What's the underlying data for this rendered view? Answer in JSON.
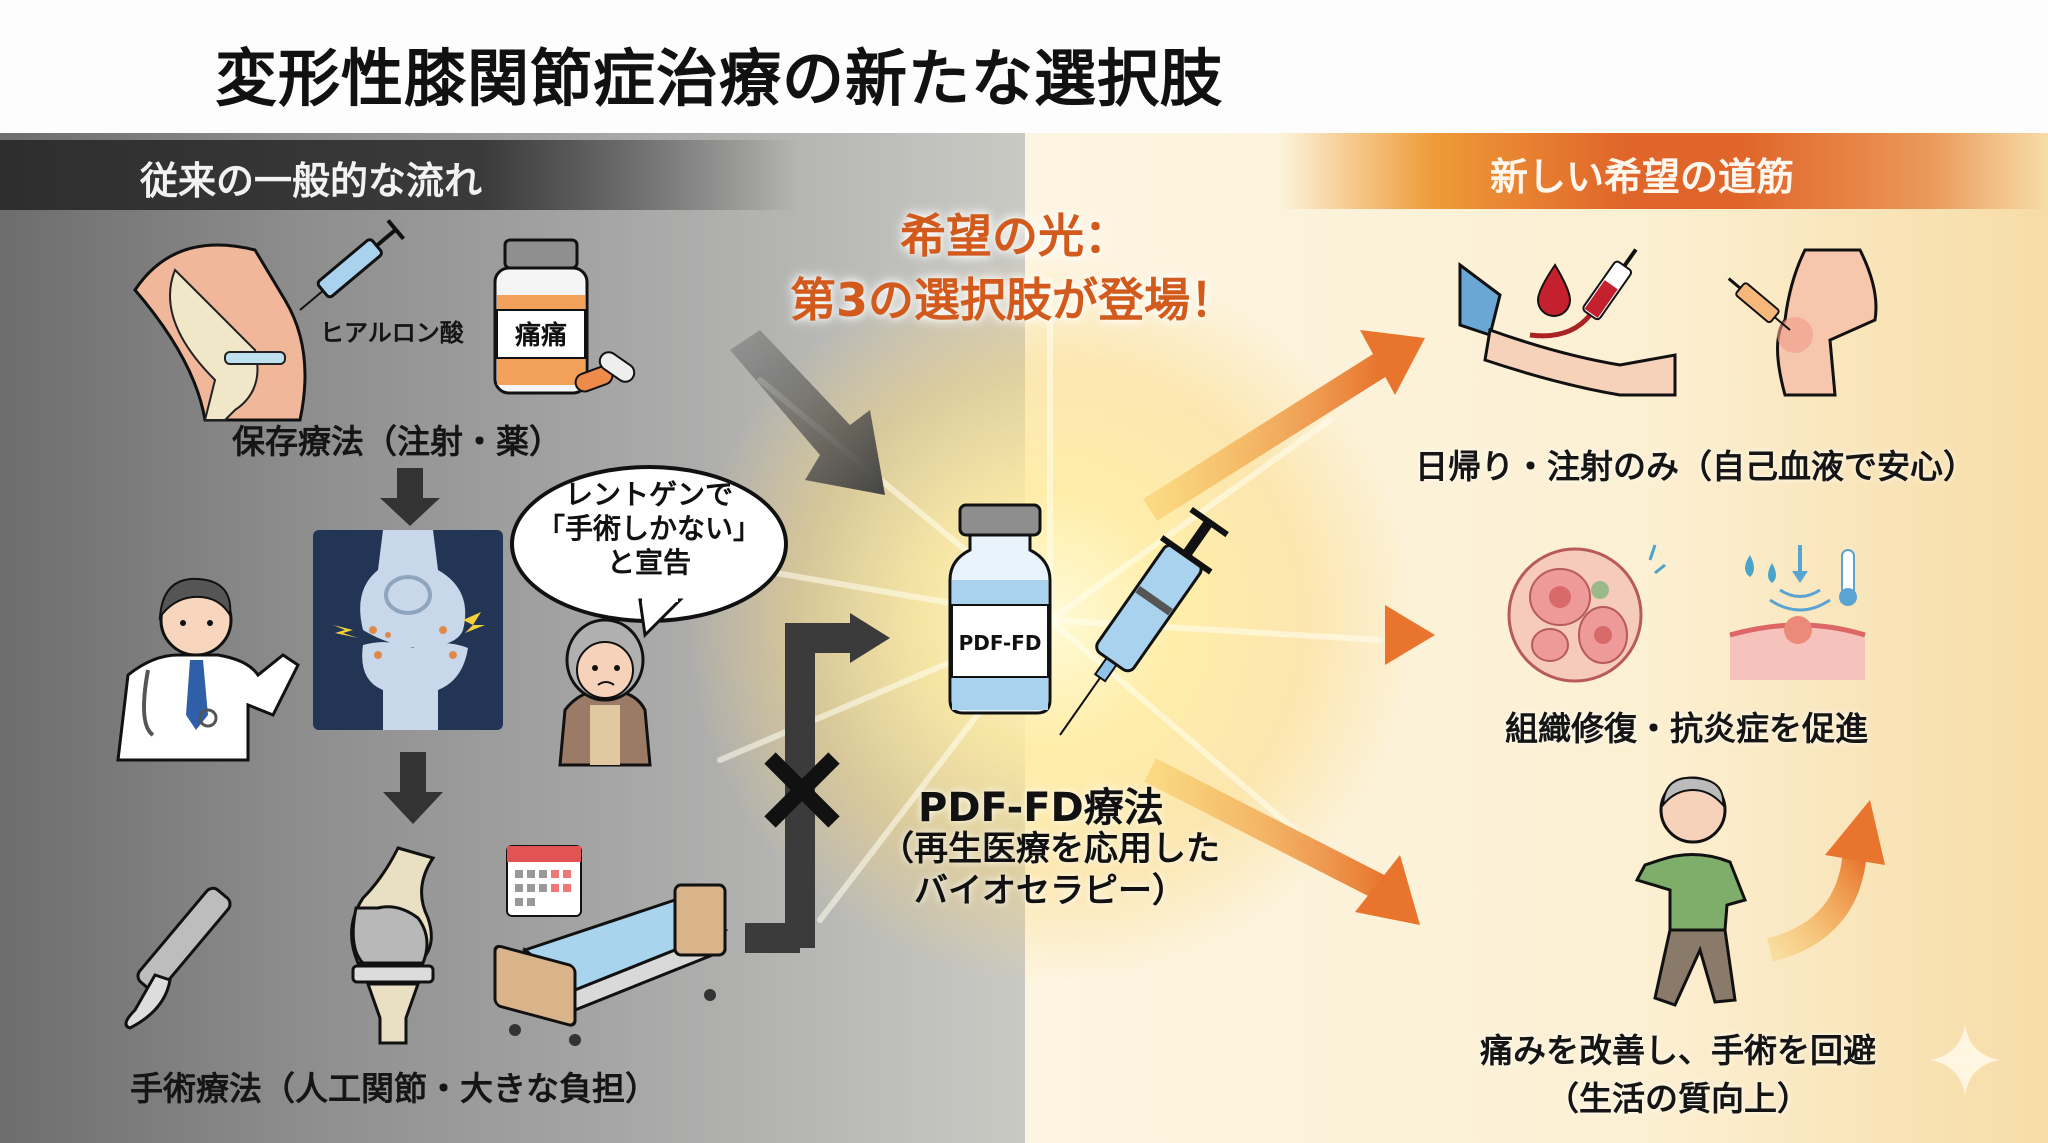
{
  "title": "変形性膝関節症治療の新たな選択肢",
  "left_section": {
    "header": "従来の一般的な流れ",
    "conservative_label": "保存療法（注射・薬）",
    "injection_label": "ヒアルロン酸",
    "pill_bottle_label": "痛痛",
    "speech_bubble": [
      "レントゲンで",
      "「手術しかない」",
      "と宣告"
    ],
    "surgical_label": "手術療法（人工関節・大きな負担）"
  },
  "center": {
    "headline_line1": "希望の光：",
    "headline_line2": "第3の選択肢が登場！",
    "vial_label": "PDF-FD",
    "therapy_name": "PDF-FD療法",
    "therapy_desc_line1": "（再生医療を応用した",
    "therapy_desc_line2": "バイオセラピー）"
  },
  "right_section": {
    "header": "新しい希望の道筋",
    "benefits": [
      {
        "label": "日帰り・注射のみ（自己血液で安心）"
      },
      {
        "label": "組織修復・抗炎症を促進"
      },
      {
        "label_line1": "痛みを改善し、手術を回避",
        "label_line2": "（生活の質向上）"
      }
    ]
  },
  "icons": [
    "knee-injection-icon",
    "pill-bottle-icon",
    "doctor-icon",
    "xray-icon",
    "patient-icon",
    "scalpel-icon",
    "artificial-joint-icon",
    "calendar-icon",
    "hospital-bed-icon",
    "vial-icon",
    "syringe-icon",
    "blood-draw-icon",
    "knee-icon",
    "cells-icon",
    "inflammation-icon",
    "walking-man-icon",
    "sparkle-icon",
    "cross-mark-icon"
  ],
  "colors": {
    "accent_orange": "#e0652a",
    "headline": "#d25a1c",
    "dark_gray": "#3a3a3a"
  }
}
